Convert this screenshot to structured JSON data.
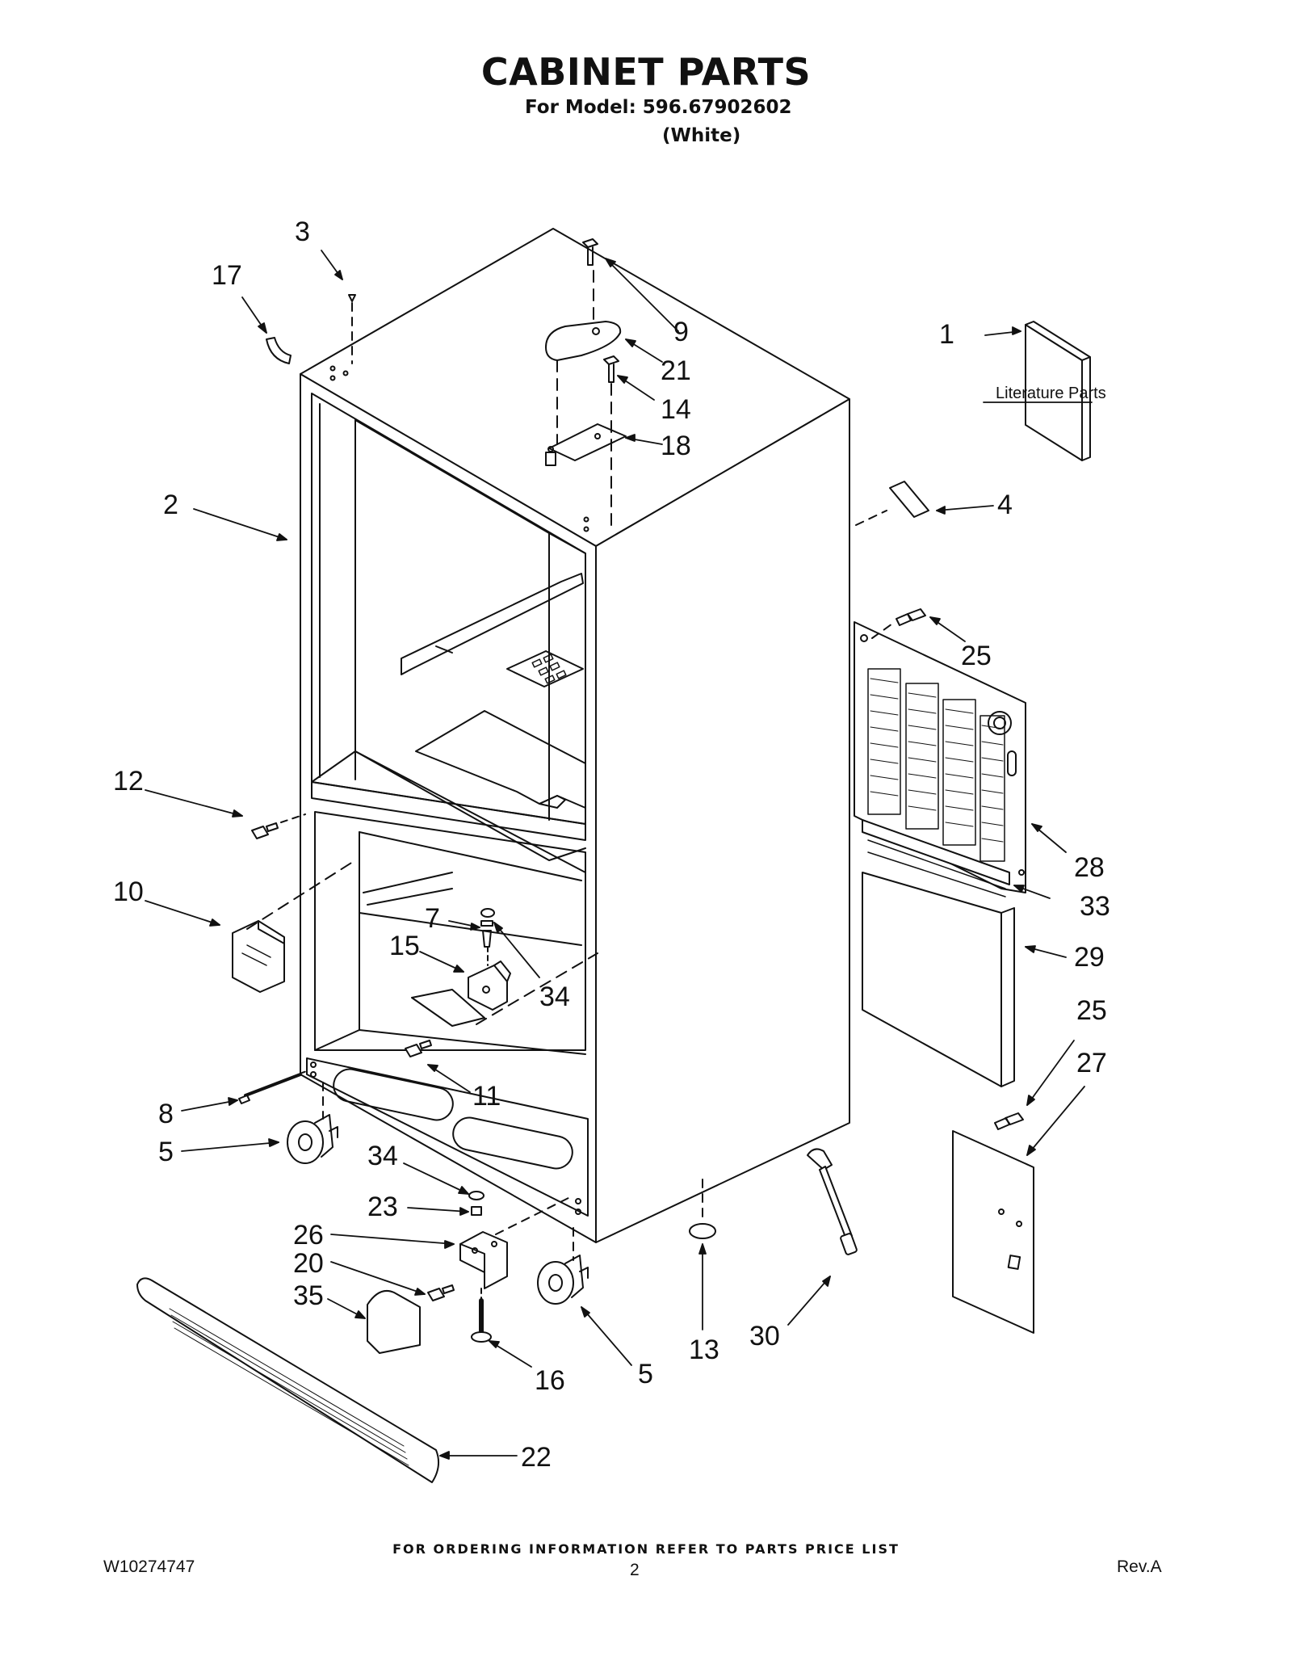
{
  "header": {
    "title": "CABINET PARTS",
    "model_line": "For Model: 596.67902602",
    "color_line": "(White)"
  },
  "literature_label": "Literature Parts",
  "callouts": [
    "3",
    "17",
    "9",
    "21",
    "14",
    "18",
    "1",
    "2",
    "4",
    "25",
    "12",
    "28",
    "33",
    "10",
    "7",
    "15",
    "34",
    "29",
    "25",
    "27",
    "11",
    "8",
    "5",
    "34",
    "23",
    "26",
    "20",
    "35",
    "16",
    "5",
    "13",
    "30",
    "22"
  ],
  "footer": {
    "note": "FOR ORDERING INFORMATION REFER TO PARTS PRICE LIST",
    "doc_number": "W10274747",
    "page": "2",
    "revision": "Rev.A"
  }
}
